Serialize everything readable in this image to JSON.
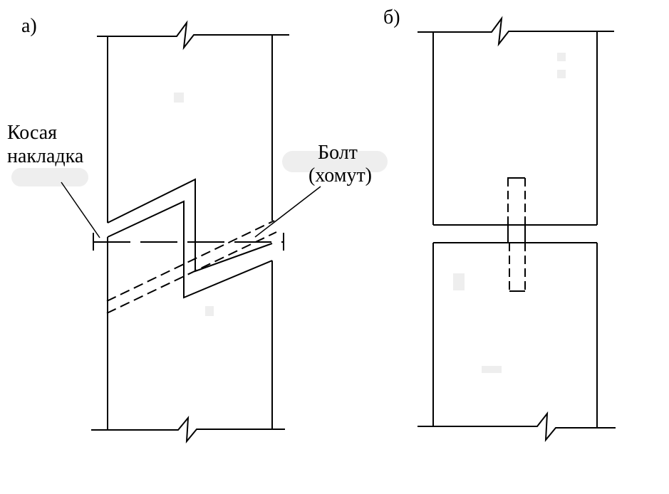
{
  "panel_a": {
    "letter": "а)",
    "label_lap": [
      "Косая",
      "накладка"
    ],
    "label_bolt": [
      "Болт",
      "(хомут)"
    ]
  },
  "panel_b": {
    "letter": "б)"
  },
  "colors": {
    "ink": "#000000",
    "paper": "#ffffff",
    "smudge": "#eeeeee"
  }
}
